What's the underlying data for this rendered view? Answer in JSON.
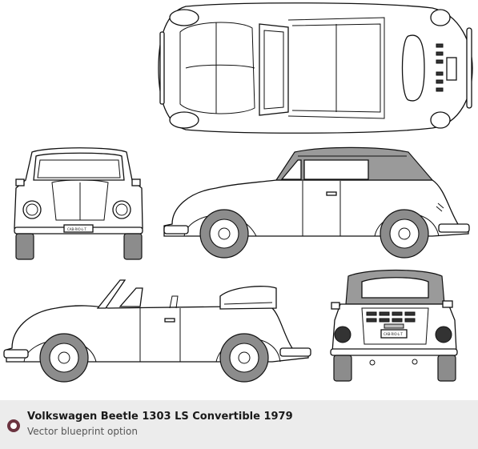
{
  "caption": {
    "title": "Volkswagen Beetle 1303 LS Convertible 1979",
    "subtitle": "Vector blueprint option"
  },
  "plates": {
    "front": "CAB·RIO·L·T",
    "rear": "CAB·RIO·L·T"
  },
  "colors": {
    "caption_background": "#ececec",
    "radio_accent": "#6b3340",
    "roof_fill": "#9a9a9a",
    "tire_fill": "#8c8c8c"
  },
  "icons": {
    "option": "radio-button-icon"
  }
}
